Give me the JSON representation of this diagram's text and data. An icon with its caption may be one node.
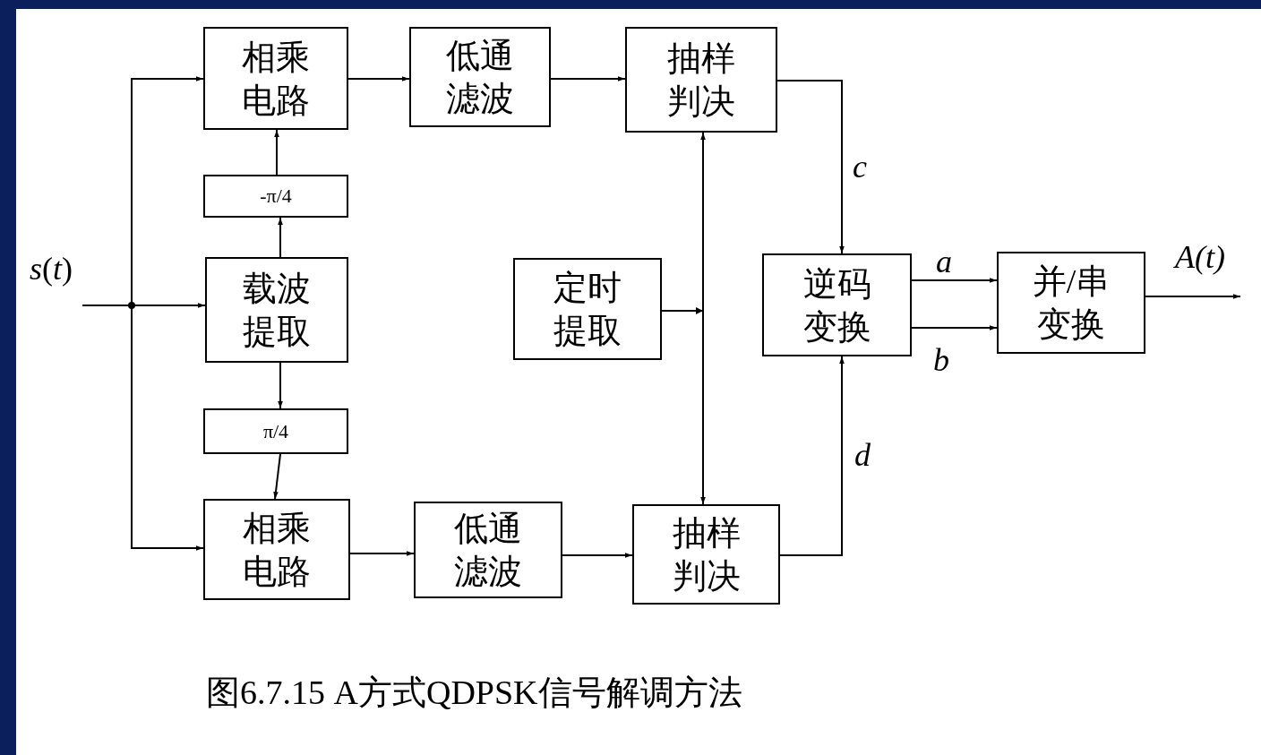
{
  "diagram": {
    "caption": "图6.7.15 A方式QDPSK信号解调方法",
    "nodes": [
      {
        "text": [
          "*s*(*t*)"
        ]
      },
      {
        "text": [
          "相乘电路"
        ]
      },
      {
        "text": [
          "低通滤波"
        ]
      },
      {
        "text": [
          "抽样判决"
        ]
      },
      {
        "text": [
          "-π/4"
        ]
      },
      {
        "text": [
          "载波提取"
        ]
      },
      {
        "text": [
          "定时提取"
        ]
      },
      {
        "text": [
          "逆码变换"
        ]
      },
      {
        "text": [
          "并/串变换"
        ]
      },
      {
        "text": [
          "π/4"
        ]
      },
      {
        "text": [
          "相乘电路"
        ]
      },
      {
        "text": [
          "低通滤波"
        ]
      },
      {
        "text": [
          "抽样判决"
        ]
      }
    ],
    "edges": [
      {
        "from": 0,
        "to": 1,
        "arrow": "to"
      },
      {
        "from": 0,
        "to": 5,
        "arrow": "to"
      },
      {
        "from": 0,
        "to": 10,
        "arrow": "to"
      },
      {
        "from": 5,
        "to": 4,
        "arrow": "to"
      },
      {
        "from": 4,
        "to": 1,
        "arrow": "to"
      },
      {
        "from": 5,
        "to": 9,
        "arrow": "to"
      },
      {
        "from": 9,
        "to": 10,
        "arrow": "to"
      },
      {
        "from": 1,
        "to": 2,
        "arrow": "to"
      },
      {
        "from": 2,
        "to": 3,
        "arrow": "to"
      },
      {
        "from": 3,
        "to": 7,
        "arrow": "to",
        "label": "c"
      },
      {
        "from": 6,
        "to": 3,
        "arrow": "to"
      },
      {
        "from": 6,
        "to": 12,
        "arrow": "to"
      },
      {
        "from": 10,
        "to": 11,
        "arrow": "to"
      },
      {
        "from": 11,
        "to": 12,
        "arrow": "to"
      },
      {
        "from": 12,
        "to": 7,
        "arrow": "to",
        "label": "d"
      },
      {
        "from": 7,
        "to": 8,
        "arrow": "to",
        "label": "a"
      },
      {
        "from": 7,
        "to": 8,
        "arrow": "to",
        "label": "b"
      },
      {
        "from": 8,
        "to": null,
        "arrow": "to",
        "label": "*A*(*t*)"
      }
    ]
  }
}
